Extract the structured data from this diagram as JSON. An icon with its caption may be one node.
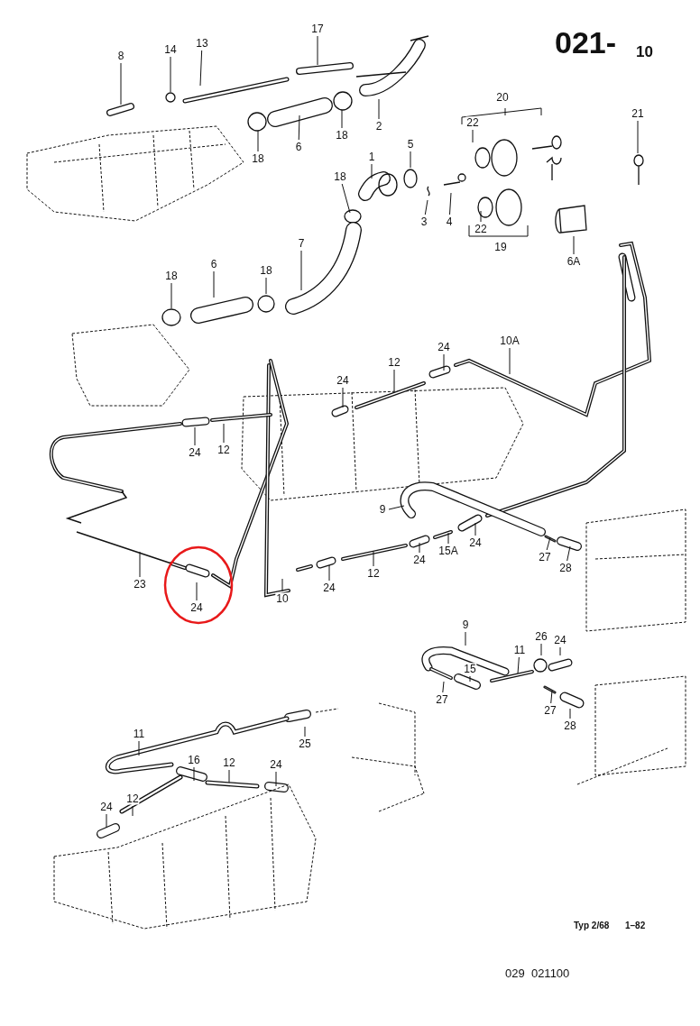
{
  "diagram": {
    "nodes": [
      {
        "text": [
          "8"
        ]
      },
      {
        "text": [
          "14"
        ]
      },
      {
        "text": [
          "13"
        ]
      },
      {
        "text": [
          "17"
        ]
      },
      {
        "text": [
          "2"
        ]
      },
      {
        "text": [
          "6"
        ]
      },
      {
        "text": [
          "18"
        ]
      },
      {
        "text": [
          "18"
        ]
      },
      {
        "text": [
          "20"
        ]
      },
      {
        "text": [
          "22"
        ]
      },
      {
        "text": [
          "21"
        ]
      },
      {
        "text": [
          "5"
        ]
      },
      {
        "text": [
          "1"
        ]
      },
      {
        "text": [
          "18"
        ]
      },
      {
        "text": [
          "3"
        ]
      },
      {
        "text": [
          "4"
        ]
      },
      {
        "text": [
          "22"
        ]
      },
      {
        "text": [
          "19"
        ]
      },
      {
        "text": [
          "6A"
        ]
      },
      {
        "text": [
          "18"
        ]
      },
      {
        "text": [
          "6"
        ]
      },
      {
        "text": [
          "18"
        ]
      },
      {
        "text": [
          "7"
        ]
      },
      {
        "text": [
          "24"
        ]
      },
      {
        "text": [
          "12"
        ]
      },
      {
        "text": [
          "24"
        ]
      },
      {
        "text": [
          "10A"
        ]
      },
      {
        "text": [
          "24"
        ]
      },
      {
        "text": [
          "12"
        ]
      },
      {
        "text": [
          "9"
        ]
      },
      {
        "text": [
          "23"
        ]
      },
      {
        "text": [
          "24"
        ]
      },
      {
        "text": [
          "10"
        ]
      },
      {
        "text": [
          "24"
        ]
      },
      {
        "text": [
          "12"
        ]
      },
      {
        "text": [
          "24"
        ]
      },
      {
        "text": [
          "15A"
        ]
      },
      {
        "text": [
          "24"
        ]
      },
      {
        "text": [
          "27"
        ]
      },
      {
        "text": [
          "28"
        ]
      },
      {
        "text": [
          "9"
        ]
      },
      {
        "text": [
          "26"
        ]
      },
      {
        "text": [
          "24"
        ]
      },
      {
        "text": [
          "11"
        ]
      },
      {
        "text": [
          "15"
        ]
      },
      {
        "text": [
          "27"
        ]
      },
      {
        "text": [
          "27"
        ]
      },
      {
        "text": [
          "28"
        ]
      },
      {
        "text": [
          "11"
        ]
      },
      {
        "text": [
          "25"
        ]
      },
      {
        "text": [
          "16"
        ]
      },
      {
        "text": [
          "12"
        ]
      },
      {
        "text": [
          "24"
        ]
      },
      {
        "text": [
          "24"
        ]
      },
      {
        "text": [
          "12"
        ]
      }
    ],
    "edges": [
      {
        "from": 0,
        "to": null,
        "arrow": "none"
      },
      {
        "from": 1,
        "to": null,
        "arrow": "none"
      },
      {
        "from": 2,
        "to": null,
        "arrow": "none"
      },
      {
        "from": 3,
        "to": null,
        "arrow": "none"
      },
      {
        "from": 4,
        "to": null,
        "arrow": "none"
      },
      {
        "from": 5,
        "to": null,
        "arrow": "none"
      },
      {
        "from": 6,
        "to": null,
        "arrow": "none"
      },
      {
        "from": 7,
        "to": null,
        "arrow": "none"
      },
      {
        "from": 9,
        "to": null,
        "arrow": "none"
      },
      {
        "from": 10,
        "to": null,
        "arrow": "none"
      },
      {
        "from": 11,
        "to": null,
        "arrow": "none"
      },
      {
        "from": 12,
        "to": null,
        "arrow": "none"
      },
      {
        "from": 13,
        "to": null,
        "arrow": "none"
      },
      {
        "from": 14,
        "to": null,
        "arrow": "none"
      },
      {
        "from": 15,
        "to": null,
        "arrow": "none"
      },
      {
        "from": 16,
        "to": null,
        "arrow": "none"
      },
      {
        "from": 18,
        "to": null,
        "arrow": "none"
      },
      {
        "from": 19,
        "to": null,
        "arrow": "none"
      },
      {
        "from": 20,
        "to": null,
        "arrow": "none"
      },
      {
        "from": 21,
        "to": null,
        "arrow": "none"
      },
      {
        "from": 22,
        "to": null,
        "arrow": "none"
      },
      {
        "from": 23,
        "to": null,
        "arrow": "none"
      },
      {
        "from": 24,
        "to": null,
        "arrow": "none"
      },
      {
        "from": 25,
        "to": null,
        "arrow": "none"
      },
      {
        "from": 26,
        "to": null,
        "arrow": "none"
      },
      {
        "from": 27,
        "to": null,
        "arrow": "none"
      },
      {
        "from": 28,
        "to": null,
        "arrow": "none"
      },
      {
        "from": 29,
        "to": null,
        "arrow": "none"
      },
      {
        "from": 30,
        "to": null,
        "arrow": "none"
      },
      {
        "from": 31,
        "to": null,
        "arrow": "none"
      },
      {
        "from": 32,
        "to": null,
        "arrow": "none"
      },
      {
        "from": 33,
        "to": null,
        "arrow": "none"
      },
      {
        "from": 34,
        "to": null,
        "arrow": "none"
      },
      {
        "from": 35,
        "to": null,
        "arrow": "none"
      },
      {
        "from": 36,
        "to": null,
        "arrow": "none"
      },
      {
        "from": 37,
        "to": null,
        "arrow": "none"
      },
      {
        "from": 38,
        "to": null,
        "arrow": "none"
      },
      {
        "from": 39,
        "to": null,
        "arrow": "none"
      },
      {
        "from": 40,
        "to": null,
        "arrow": "none"
      },
      {
        "from": 41,
        "to": null,
        "arrow": "none"
      },
      {
        "from": 42,
        "to": null,
        "arrow": "none"
      },
      {
        "from": 43,
        "to": null,
        "arrow": "none"
      },
      {
        "from": 44,
        "to": null,
        "arrow": "none"
      },
      {
        "from": 45,
        "to": null,
        "arrow": "none"
      },
      {
        "from": 46,
        "to": null,
        "arrow": "none"
      },
      {
        "from": 47,
        "to": null,
        "arrow": "none"
      },
      {
        "from": 48,
        "to": null,
        "arrow": "none"
      },
      {
        "from": 49,
        "to": null,
        "arrow": "none"
      },
      {
        "from": 50,
        "to": null,
        "arrow": "none"
      },
      {
        "from": 51,
        "to": null,
        "arrow": "none"
      },
      {
        "from": 52,
        "to": null,
        "arrow": "none"
      },
      {
        "from": 53,
        "to": null,
        "arrow": "none"
      },
      {
        "from": 54,
        "to": null,
        "arrow": "none"
      }
    ],
    "labels": [
      "021-",
      "10",
      "Typ 2/68",
      "1–82",
      "029  021100"
    ]
  }
}
